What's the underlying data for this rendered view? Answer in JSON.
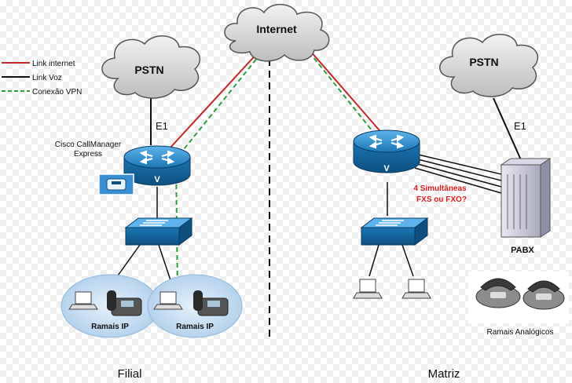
{
  "legend": {
    "internet": "Link internet",
    "voice": "Link Voz",
    "vpn": "Conexão VPN"
  },
  "clouds": {
    "internet": "Internet",
    "pstn_left": "PSTN",
    "pstn_right": "PSTN"
  },
  "links": {
    "e1_left": "E1",
    "e1_right": "E1"
  },
  "filial": {
    "cme_line1": "Cisco CallManager",
    "cme_line2": "Express",
    "router_letter": "V",
    "ramais_1": "Ramais IP",
    "ramais_2": "Ramais IP",
    "site": "Filial"
  },
  "matriz": {
    "router_letter": "V",
    "note_line1": "4 Simultâneas",
    "note_line2": "FXS ou FXO?",
    "pabx": "PABX",
    "ramais_analog": "Ramais Analógicos",
    "site": "Matriz"
  },
  "colors": {
    "internet_link": "#c0282a",
    "voice_link": "#111111",
    "vpn_link": "#2e9e3e",
    "device_blue": "#1b77b4",
    "note_red": "#d42020"
  }
}
